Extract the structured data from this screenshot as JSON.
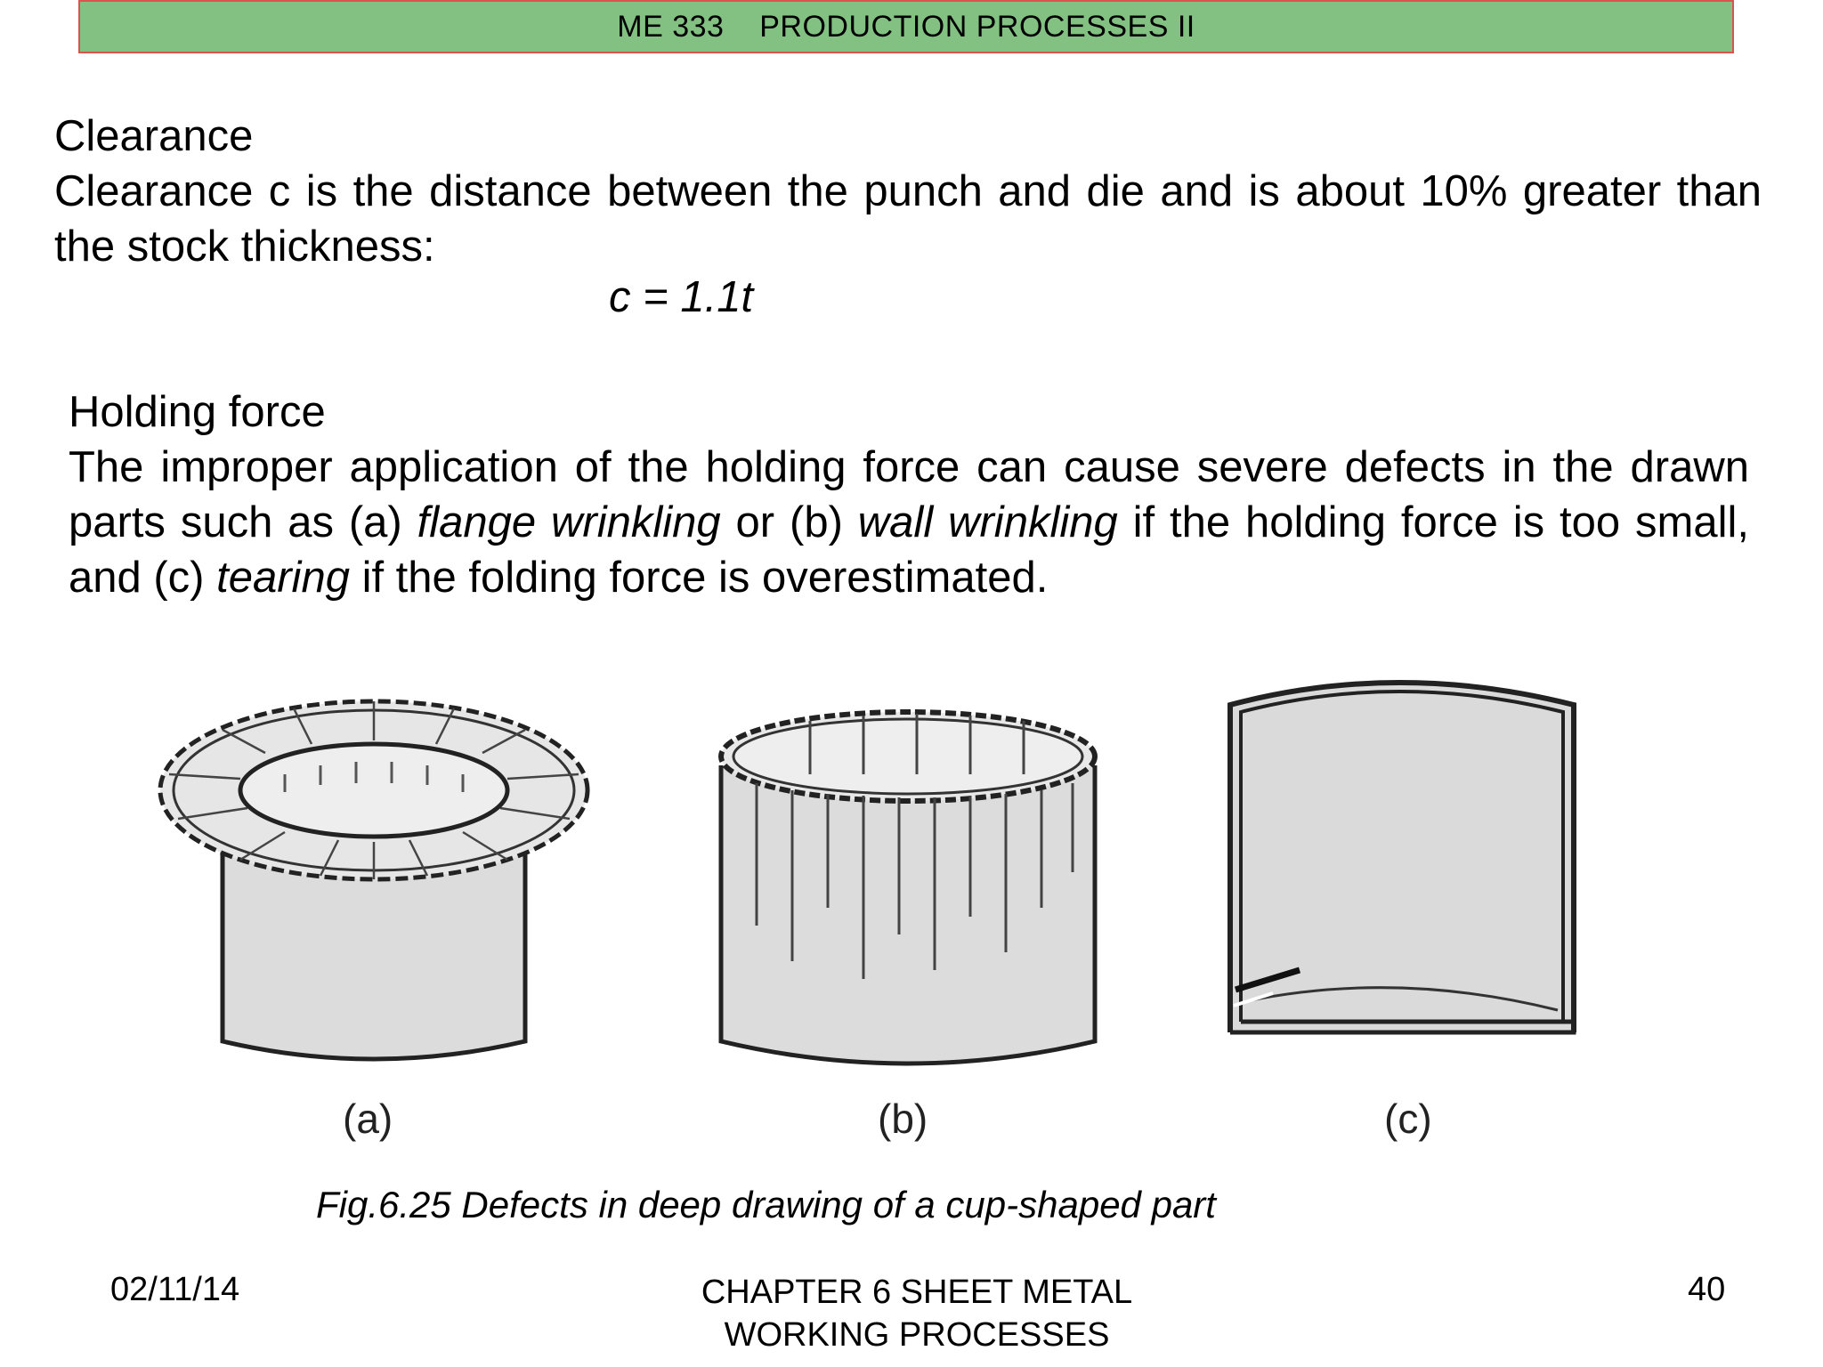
{
  "header": {
    "course": "ME 333",
    "title": "PRODUCTION PROCESSES II",
    "bg_color": "#82c182",
    "border_color": "#d9534f"
  },
  "clearance": {
    "heading": "Clearance",
    "text": "Clearance c is the distance between the punch and die and is about 10% greater than the stock thickness:",
    "formula": "c = 1.1t"
  },
  "holding": {
    "heading": "Holding force",
    "t1": "The improper application of the holding force can cause severe defects in the drawn parts such as (a) ",
    "i1": "flange wrinkling",
    "t2": " or (b) ",
    "i2": "wall wrinkling",
    "t3": " if the holding force is too small, and (c) ",
    "i3": "tearing",
    "t4": " if the folding force is overestimated."
  },
  "figure": {
    "labels": [
      "(a)",
      "(b)",
      "(c)"
    ],
    "caption": "Fig.6.25 Defects in deep drawing of a cup-shaped part"
  },
  "footer": {
    "date": "02/11/14",
    "chapter_line1": "CHAPTER 6 SHEET METAL",
    "chapter_line2": "WORKING PROCESSES",
    "page": "40"
  }
}
